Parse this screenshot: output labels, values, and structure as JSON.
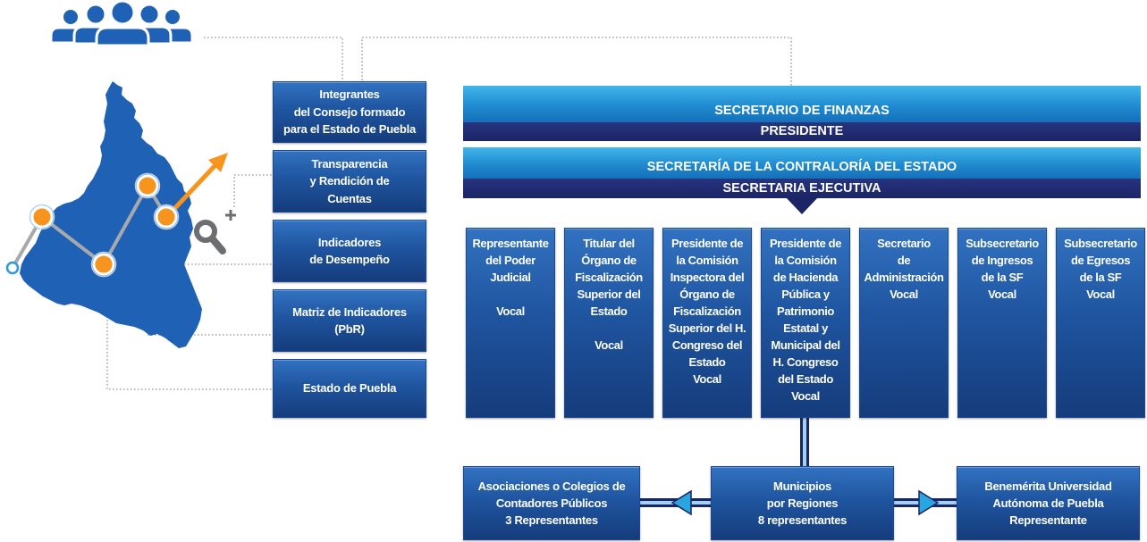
{
  "colors": {
    "box_blue": "#1f55a0",
    "navy": "#1b2566",
    "light_blue": "#1f8bd0",
    "map_blue": "#1f62b5",
    "orange": "#f7941d",
    "connector_gray": "#a7a9ac",
    "magnifier_gray": "#6d6e71"
  },
  "icons": {
    "people": "people-group-icon",
    "map": "puebla-map-icon",
    "trend": "trend-line-icon",
    "magnifier": "magnifier-plus-icon",
    "down_arrow": "down-arrow-icon",
    "left_arrow": "arrow-left-icon",
    "right_arrow": "arrow-right-icon"
  },
  "left_panel": {
    "boxes": [
      {
        "text": "Integrantes\ndel Consejo formado\npara el Estado de Puebla"
      },
      {
        "text": "Transparencia\ny Rendición de\nCuentas"
      },
      {
        "text": "Indicadores\nde Desempeño"
      },
      {
        "text": "Matriz de Indicadores\n(PbR)"
      },
      {
        "text": "Estado de Puebla"
      }
    ]
  },
  "header": {
    "president_title": "SECRETARIO DE FINANZAS",
    "president_role": "PRESIDENTE",
    "executive_title": "SECRETARÍA DE LA CONTRALORÍA DEL ESTADO",
    "executive_role": "SECRETARIA EJECUTIVA"
  },
  "vocales": [
    {
      "text": "Representante\ndel Poder\nJudicial",
      "role": "Vocal"
    },
    {
      "text": "Titular del\nÓrgano de\nFiscalización\nSuperior del\nEstado",
      "role": "Vocal"
    },
    {
      "text": "Presidente de\nla Comisión\nInspectora del\nÓrgano de\nFiscalización\nSuperior del H.\nCongreso del\nEstado",
      "role": "Vocal"
    },
    {
      "text": "Presidente de\nla Comisión\nde Hacienda\nPública y\nPatrimonio\nEstatal y\nMunicipal del\nH. Congreso\ndel Estado",
      "role": "Vocal"
    },
    {
      "text": "Secretario\nde\nAdministración",
      "role": "Vocal"
    },
    {
      "text": "Subsecretario\nde Ingresos\nde la SF",
      "role": "Vocal"
    },
    {
      "text": "Subsecretario\nde Egresos\nde la SF",
      "role": "Vocal"
    }
  ],
  "bottom": [
    {
      "text": "Asociaciones o Colegios de\nContadores Públicos",
      "role": "3 Representantes"
    },
    {
      "text": "Municipios\npor Regiones",
      "role": "8 representantes"
    },
    {
      "text": "Benemérita Universidad\nAutónoma de Puebla",
      "role": "Representante"
    }
  ]
}
